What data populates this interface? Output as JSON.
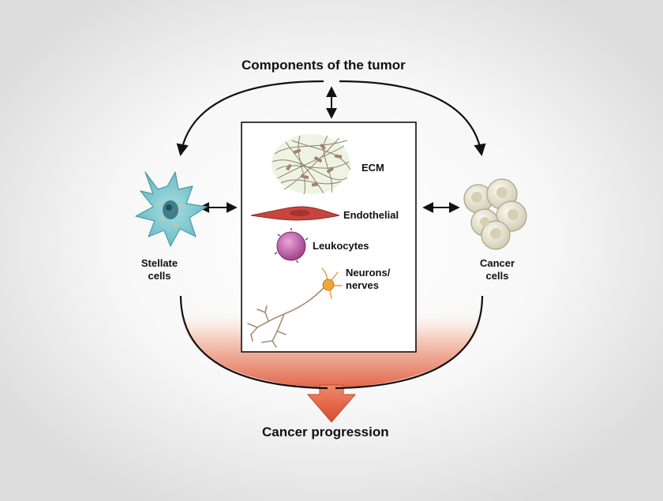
{
  "diagram": {
    "title": "Components of the tumor",
    "bottom_label": "Cancer progression",
    "left": {
      "line1": "Stellate",
      "line2": "cells"
    },
    "right": {
      "line1": "Cancer",
      "line2": "cells"
    },
    "components": {
      "ecm": "ECM",
      "endothelial": "Endothelial",
      "leukocytes": "Leukocytes",
      "neurons_line1": "Neurons/",
      "neurons_line2": "nerves"
    },
    "colors": {
      "arrow": "#111111",
      "progression_gradient_top": "#fbeee8",
      "progression_gradient_bottom": "#e2674a",
      "down_arrow": "#e0533a",
      "stellate_cell": "#7cc7cf",
      "cancer_cell": "#e6e2cf",
      "leukocyte": "#b34fa0",
      "neuron_body": "#f0a43a",
      "endothelial": "#c8453f"
    }
  }
}
